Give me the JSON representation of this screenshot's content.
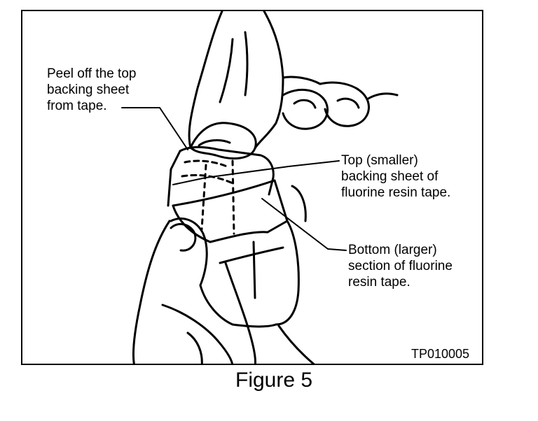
{
  "callouts": {
    "peel": [
      "Peel off the top",
      "backing sheet",
      "from tape."
    ],
    "top_sheet": [
      "Top (smaller)",
      "backing  sheet of",
      "fluorine resin tape."
    ],
    "bottom_section": [
      "Bottom (larger)",
      "section of fluorine",
      "resin tape."
    ]
  },
  "figure_code": "TP010005",
  "caption": "Figure 5",
  "colors": {
    "ink": "#000000",
    "paper": "#ffffff"
  }
}
